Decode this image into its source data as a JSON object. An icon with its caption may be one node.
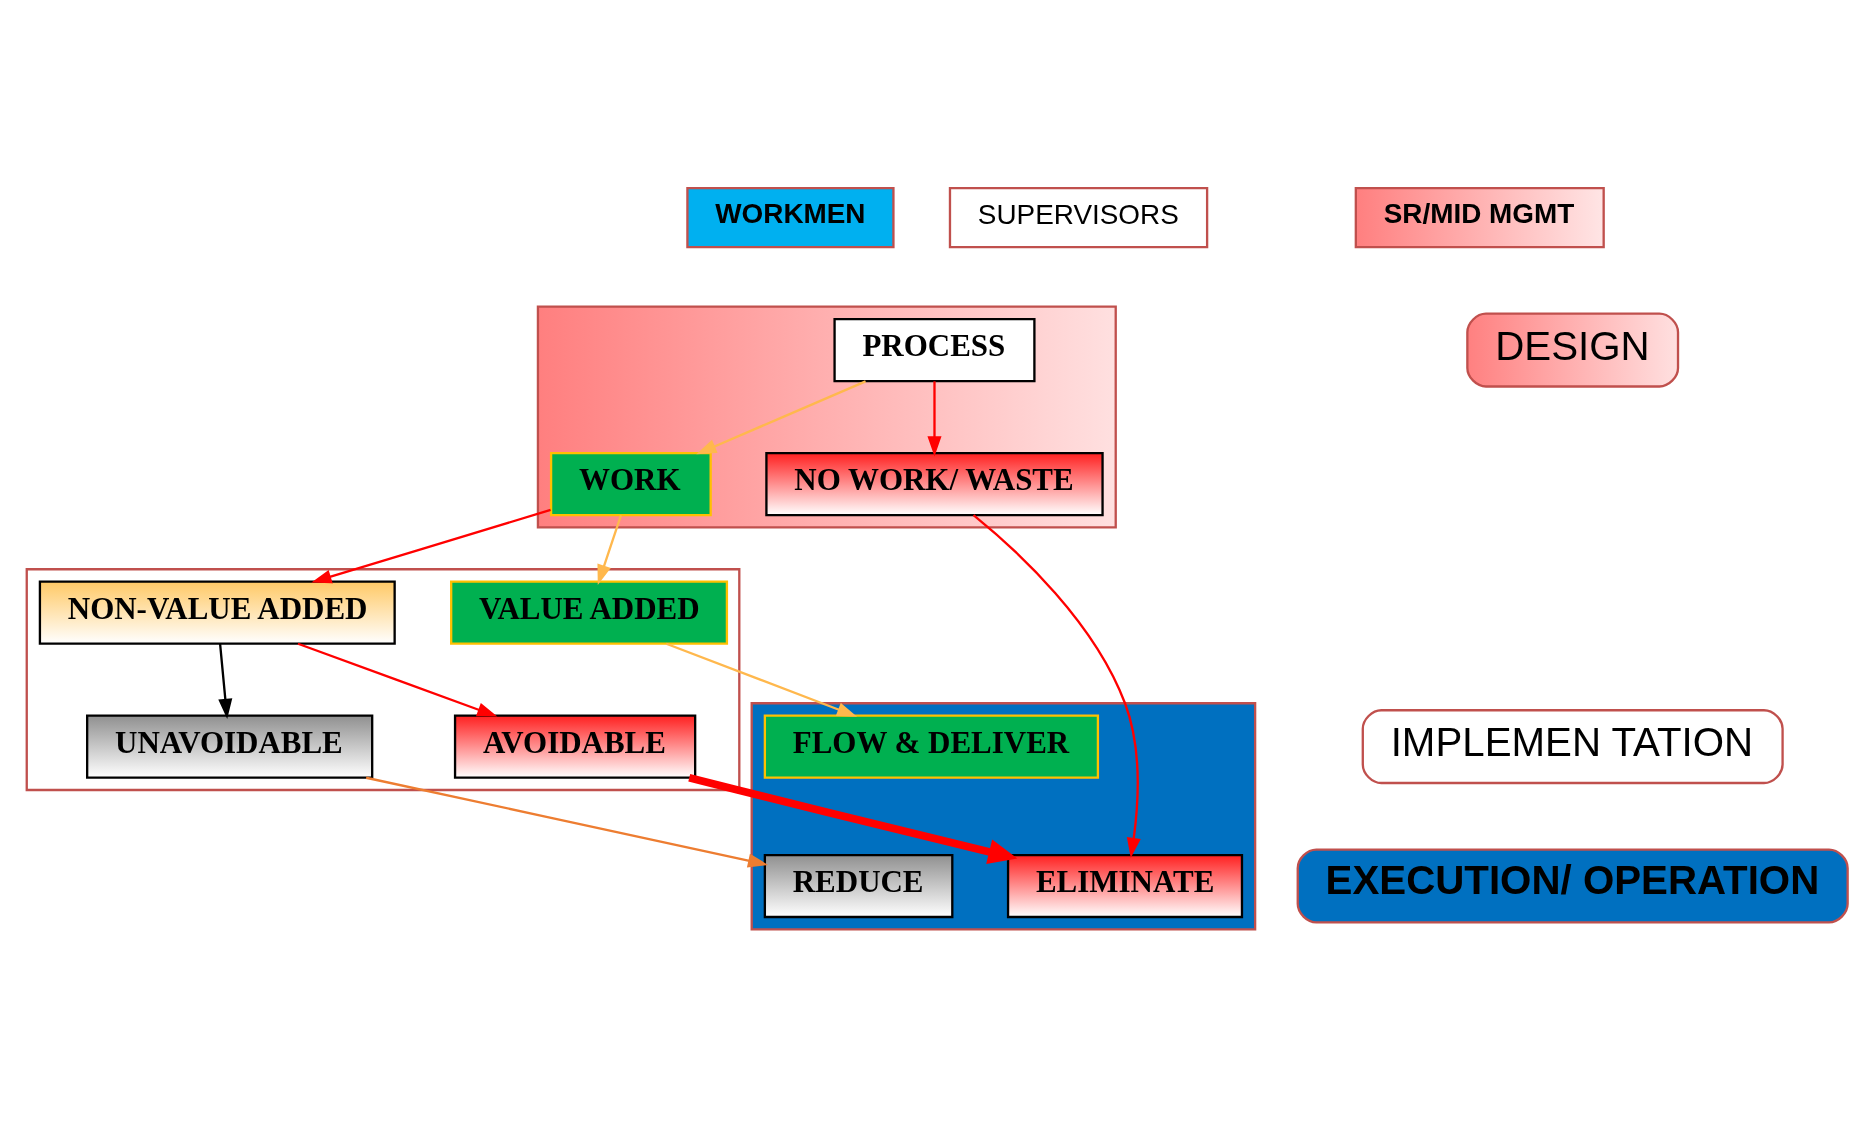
{
  "diagram": {
    "nodes": [
      {
        "text": [
          "WORKMEN"
        ]
      },
      {
        "text": [
          "SUPERVISORS"
        ]
      },
      {
        "text": [
          "SR/MID MGMT"
        ]
      },
      {
        "text": [],
        "shape": "band"
      },
      {
        "text": [
          "PROCESS"
        ],
        "in": 3
      },
      {
        "text": [
          "WORK"
        ],
        "in": 3
      },
      {
        "text": [
          "NO WORK/ WASTE"
        ],
        "in": 3
      },
      {
        "text": [],
        "shape": "band"
      },
      {
        "text": [
          "VALUE ADDED"
        ],
        "in": 7
      },
      {
        "text": [
          "NON-VALUE ADDED"
        ],
        "in": 7
      },
      {
        "text": [
          "UNAVOIDABLE"
        ],
        "in": 7
      },
      {
        "text": [
          "AVOIDABLE"
        ],
        "in": 7
      },
      {
        "text": [],
        "shape": "band"
      },
      {
        "text": [
          "FLOW & DELIVER"
        ],
        "in": 12
      },
      {
        "text": [
          "REDUCE"
        ],
        "in": 12
      },
      {
        "text": [
          "ELIMINATE"
        ],
        "in": 12
      },
      {
        "text": [
          "DESIGN"
        ]
      },
      {
        "text": [
          "IMPLEMEN TATION"
        ]
      },
      {
        "text": [
          "EXECUTION/ OPERATION"
        ]
      }
    ],
    "edges": [
      {
        "from": 4,
        "to": 5,
        "arrow": "to",
        "color": "#ffb84d"
      },
      {
        "from": 4,
        "to": 6,
        "arrow": "to"
      },
      {
        "from": 5,
        "to": 8,
        "arrow": "to",
        "color": "#ffb84d"
      },
      {
        "from": 5,
        "to": 9,
        "arrow": "to"
      },
      {
        "from": 9,
        "to": 10,
        "arrow": "to",
        "color": "#000000"
      },
      {
        "from": 9,
        "to": 11,
        "arrow": "to"
      },
      {
        "from": 8,
        "to": 13,
        "arrow": "to",
        "color": "#ffb84d"
      },
      {
        "from": 10,
        "to": 14,
        "arrow": "to",
        "color": "#ed7d31"
      },
      {
        "from": 11,
        "to": 15,
        "arrow": "to",
        "style": "thick"
      },
      {
        "from": 6,
        "to": 15,
        "arrow": "to"
      }
    ]
  }
}
